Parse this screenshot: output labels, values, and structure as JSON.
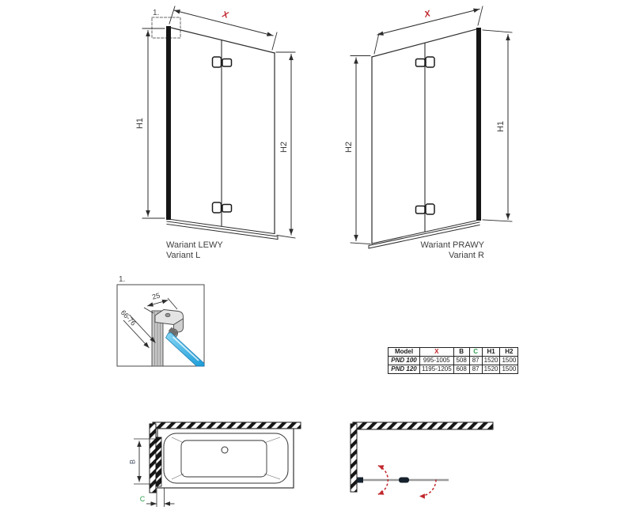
{
  "colors": {
    "line": "#2d2d2d",
    "dimension_red": "#c1272d",
    "dimension_green": "#2f9e4f",
    "dimension_blue_grey": "#4a5568",
    "glass_blue": "#2babe2"
  },
  "variant_left": {
    "detail_ref": "1.",
    "dim_x": "X",
    "dim_h1": "H1",
    "dim_h2": "H2",
    "caption_pl": "Wariant LEWY",
    "caption_en": "Variant L"
  },
  "variant_right": {
    "dim_x": "X",
    "dim_h1": "H1",
    "dim_h2": "H2",
    "caption_pl": "Wariant PRAWY",
    "caption_en": "Variant R"
  },
  "detail_view": {
    "label": "1.",
    "dim_profile_width": "25",
    "dim_adjustment_range": "66-76"
  },
  "spec_table": {
    "headers": [
      "Model",
      "X",
      "B",
      "C",
      "H1",
      "H2"
    ],
    "rows": [
      [
        "PND 100",
        "995-1005",
        "508",
        "87",
        "1520",
        "1500"
      ],
      [
        "PND 120",
        "1195-1205",
        "608",
        "87",
        "1520",
        "1500"
      ]
    ]
  },
  "bath_top_view": {
    "dim_b": "B",
    "dim_c": "C"
  }
}
